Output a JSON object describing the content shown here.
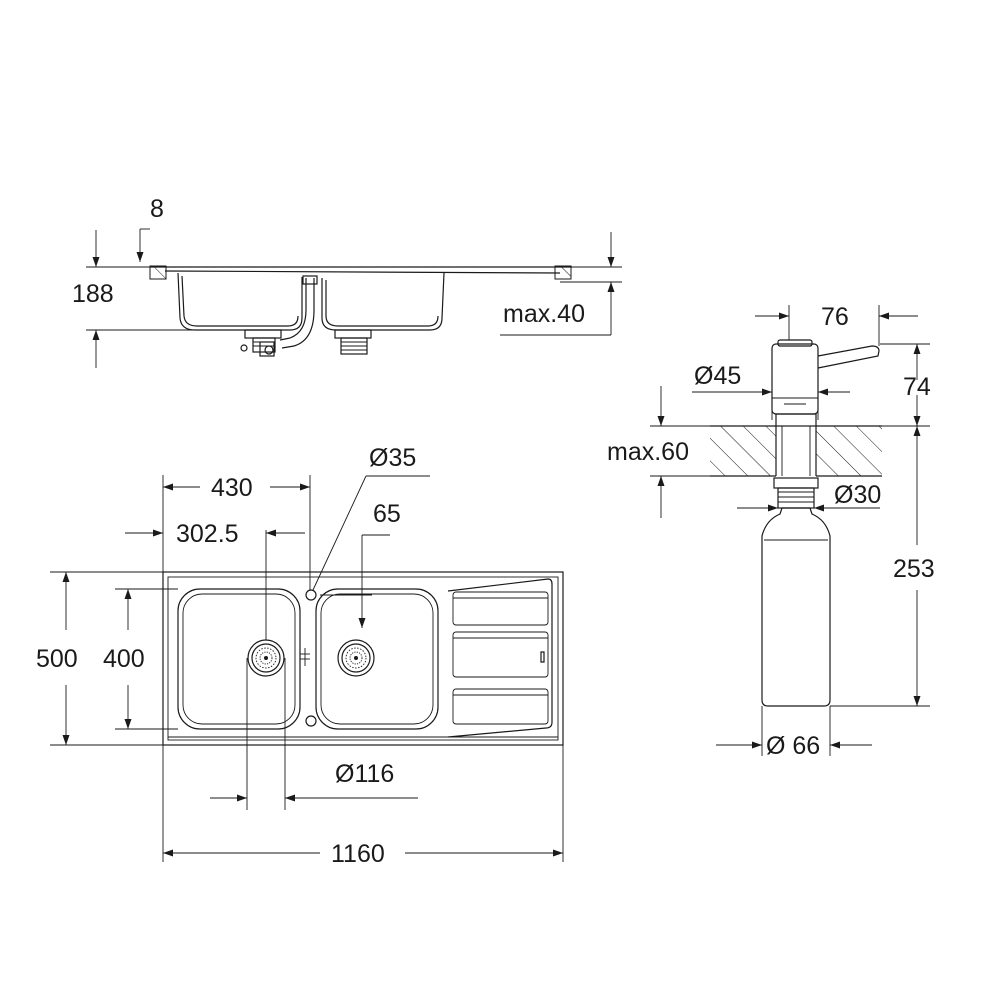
{
  "side_view": {
    "rim_thickness": "8",
    "overall_height": "188",
    "max_worktop_thickness": "max.40"
  },
  "top_view": {
    "tap_hole_diameter": "Ø35",
    "bowl1_width": "430",
    "waste1_offset": "302.5",
    "waste2_offset": "65",
    "outer_depth": "500",
    "bowl_depth": "400",
    "waste_diameter": "Ø116",
    "overall_width": "1160"
  },
  "dispenser": {
    "spout_reach": "76",
    "head_diameter": "Ø45",
    "head_height": "74",
    "max_worktop": "max.60",
    "shank_diameter": "Ø30",
    "below_height": "253",
    "bottle_diameter": "Ø 66"
  },
  "colors": {
    "line": "#1a1a1a",
    "background": "#ffffff"
  }
}
